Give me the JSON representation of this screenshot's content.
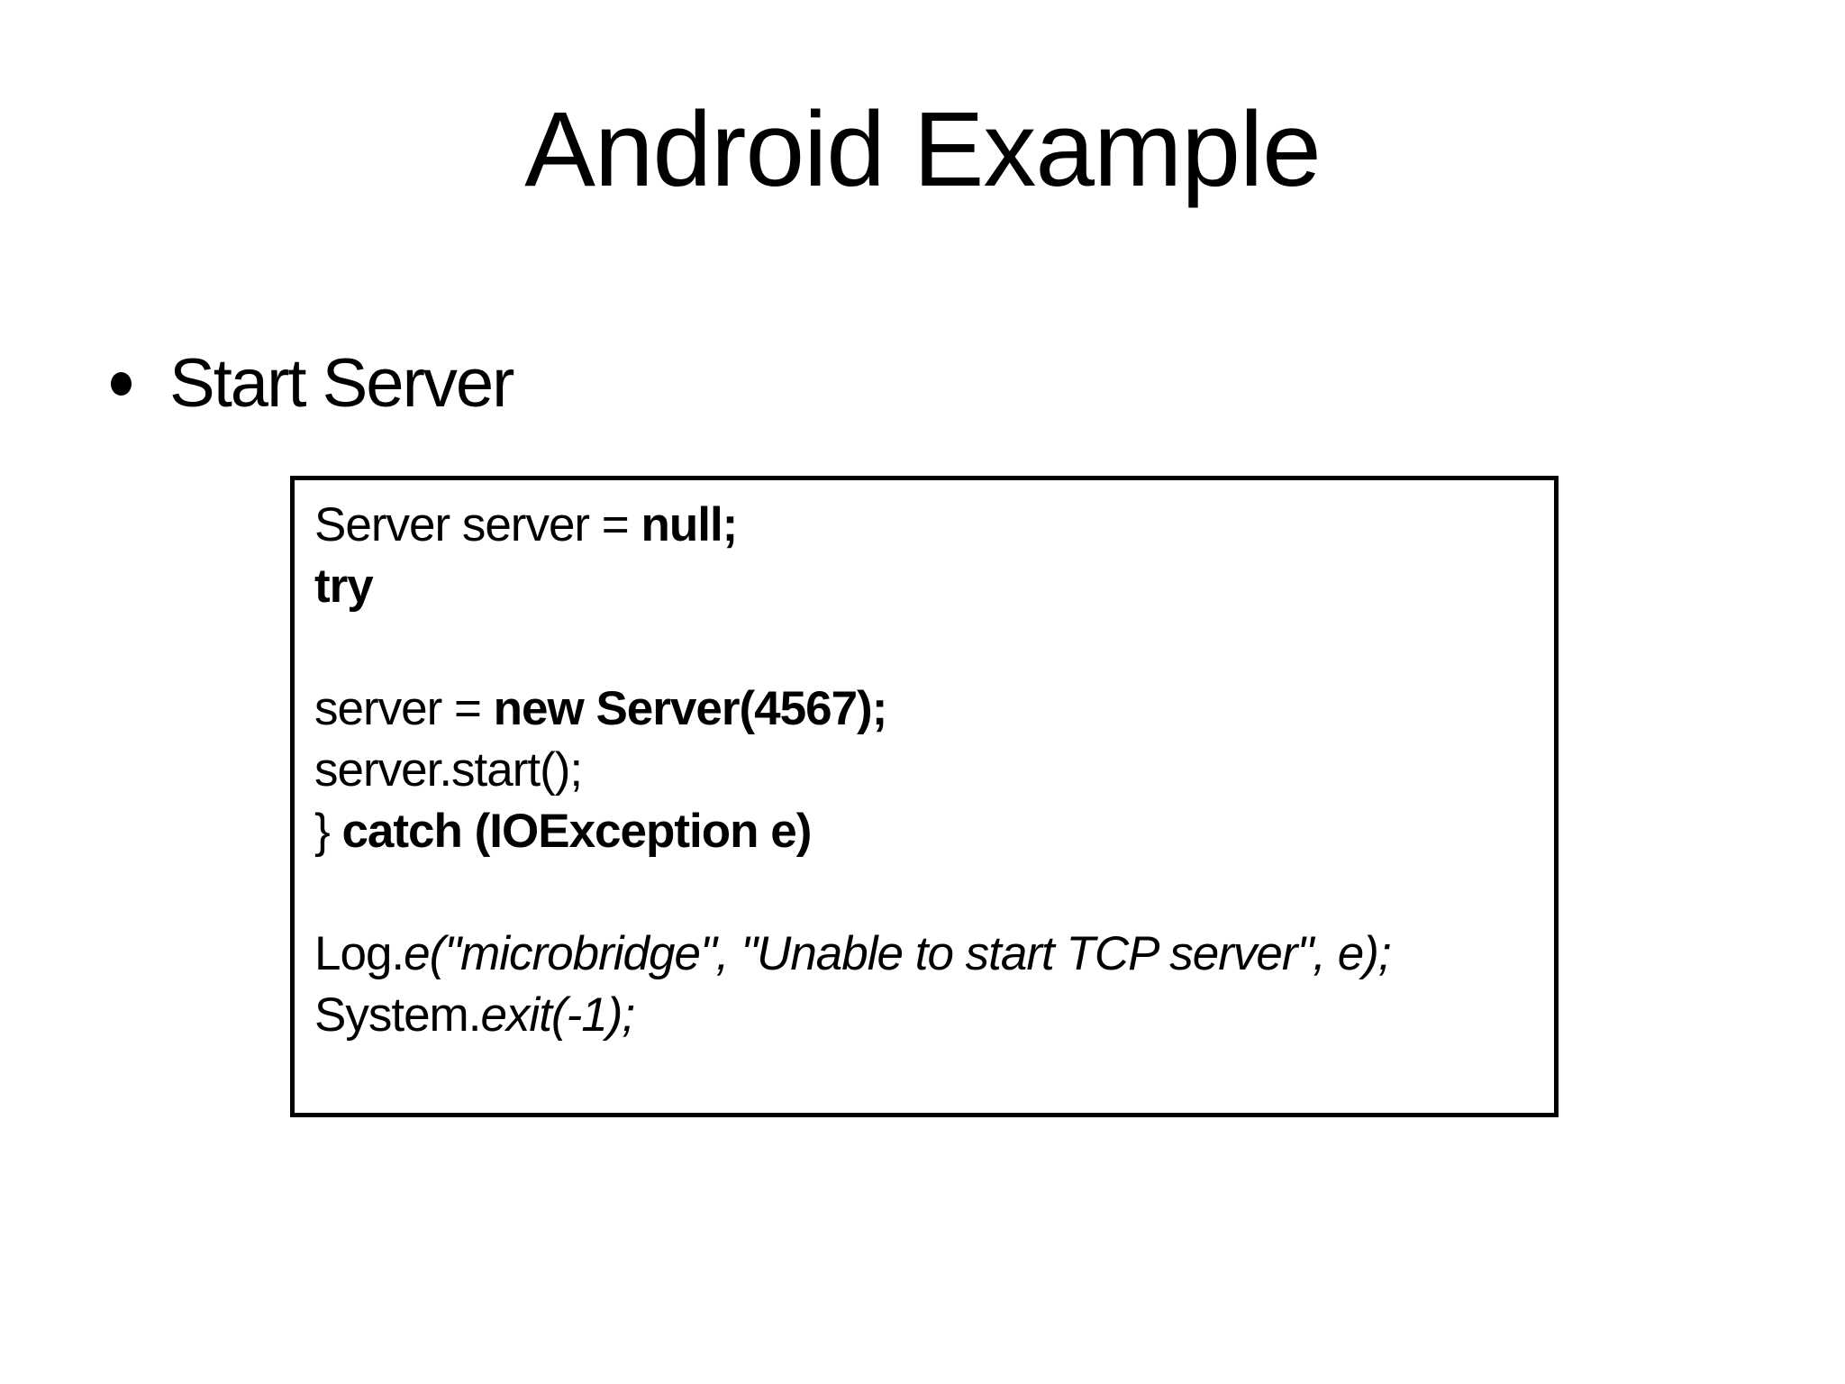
{
  "slide": {
    "title": "Android Example",
    "bullet": "Start Server"
  },
  "code_box": {
    "lines": [
      [
        {
          "t": "Server server = "
        },
        {
          "t": "null;",
          "s": "b"
        }
      ],
      [
        {
          "t": "try",
          "s": "b"
        }
      ],
      [],
      [
        {
          "t": "server = "
        },
        {
          "t": "new Server(4567);",
          "s": "b"
        }
      ],
      [
        {
          "t": "server.start();"
        }
      ],
      [
        {
          "t": "} "
        },
        {
          "t": "catch (IOException e)",
          "s": "b"
        }
      ],
      [],
      [
        {
          "t": "Log."
        },
        {
          "t": "e(\"microbridge\", \"Unable to start TCP server\", e);",
          "s": "i"
        }
      ],
      [
        {
          "t": "System."
        },
        {
          "t": "exit(-1);",
          "s": "i"
        }
      ]
    ]
  },
  "colors": {
    "text": "#000000",
    "background": "#ffffff",
    "box_border": "#000000"
  }
}
